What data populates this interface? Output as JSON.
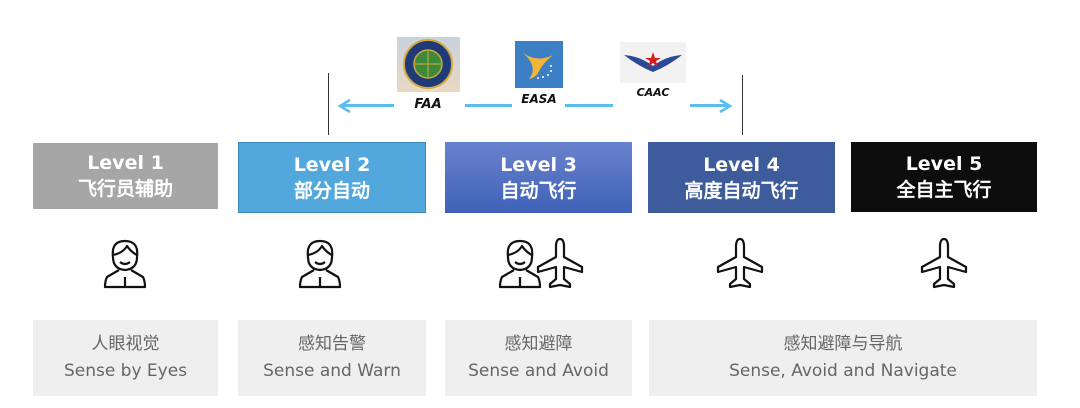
{
  "regulators": [
    {
      "name": "FAA",
      "logo_text": "FEDERAL AVIATION ADMINISTRATION"
    },
    {
      "name": "EASA"
    },
    {
      "name": "CAAC"
    }
  ],
  "levels": [
    {
      "title": "Level 1",
      "name": "飞行员辅助",
      "color": "#a6a6a6"
    },
    {
      "title": "Level 2",
      "name": "部分自动",
      "color": "#52a8dc"
    },
    {
      "title": "Level 3",
      "name": "自动飞行",
      "color": "#4e6ec4"
    },
    {
      "title": "Level 4",
      "name": "高度自动飞行",
      "color": "#3e5b9c"
    },
    {
      "title": "Level 5",
      "name": "全自主飞行",
      "color": "#0d0d0d"
    }
  ],
  "capabilities": [
    {
      "cn": "人眼视觉",
      "en": "Sense by Eyes"
    },
    {
      "cn": "感知告警",
      "en": "Sense and Warn"
    },
    {
      "cn": "感知避障",
      "en": "Sense and Avoid"
    },
    {
      "cn": "感知避障与导航",
      "en": "Sense, Avoid and Navigate"
    }
  ]
}
